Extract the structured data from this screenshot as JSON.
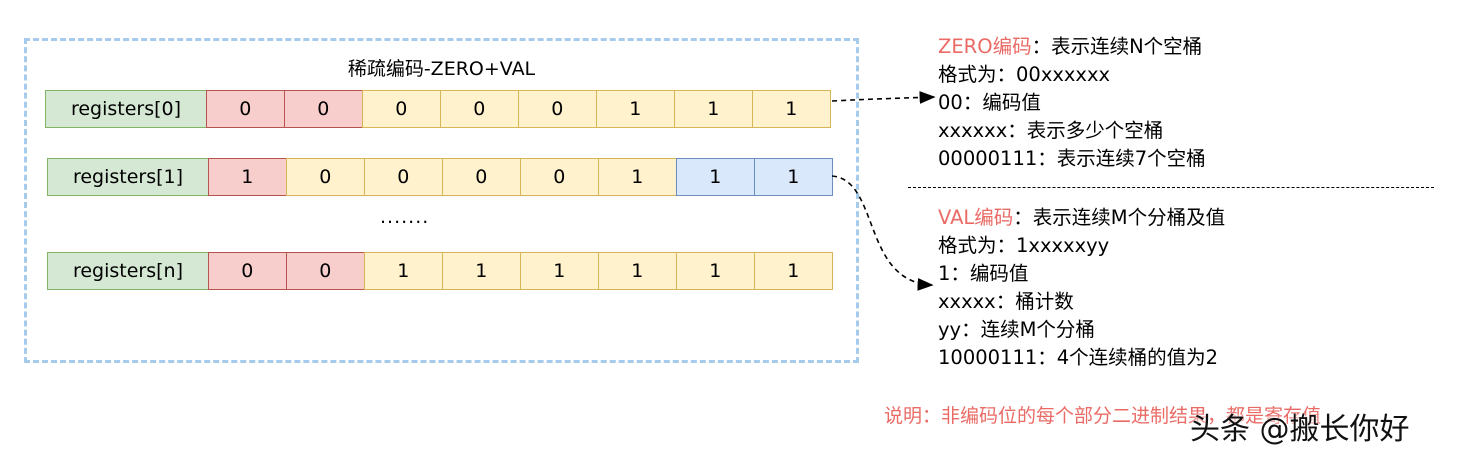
{
  "diagram": {
    "title": "稀疏编码-ZERO+VAL",
    "rows": [
      {
        "name": "registers[0]",
        "bits": [
          "0",
          "0",
          "0",
          "0",
          "0",
          "1",
          "1",
          "1"
        ],
        "colors": [
          "red",
          "red",
          "yellow",
          "yellow",
          "yellow",
          "yellow",
          "yellow",
          "yellow"
        ]
      },
      {
        "name": "registers[1]",
        "bits": [
          "1",
          "0",
          "0",
          "0",
          "0",
          "1",
          "1",
          "1"
        ],
        "colors": [
          "red",
          "yellow",
          "yellow",
          "yellow",
          "yellow",
          "yellow",
          "blue",
          "blue"
        ]
      },
      {
        "name": "registers[n]",
        "bits": [
          "0",
          "0",
          "1",
          "1",
          "1",
          "1",
          "1",
          "1"
        ],
        "colors": [
          "red",
          "red",
          "yellow",
          "yellow",
          "yellow",
          "yellow",
          "yellow",
          "yellow"
        ]
      }
    ],
    "ellipsis": ".......",
    "colors": {
      "green_fill": "#d5e8d4",
      "green_stroke": "#82b366",
      "red_fill": "#f8cecc",
      "red_stroke": "#b85450",
      "yellow_fill": "#fff2cc",
      "yellow_stroke": "#d6b656",
      "blue_fill": "#dae8fc",
      "blue_stroke": "#6c8ebf",
      "frame_dash": "#a6cbec",
      "accent_text": "#ea6b66"
    }
  },
  "zero_note": {
    "heading": "ZERO编码",
    "heading_rest": "：表示连续N个空桶",
    "lines": [
      "格式为：00xxxxxx",
      "00：编码值",
      "xxxxxx：表示多少个空桶",
      "00000111：表示连续7个空桶"
    ]
  },
  "val_note": {
    "heading": "VAL编码",
    "heading_rest": "：表示连续M个分桶及值",
    "lines": [
      "格式为：1xxxxxyy",
      "1：编码值",
      "xxxxx：桶计数",
      "yy：连续M个分桶",
      "10000111：4个连续桶的值为2"
    ]
  },
  "footnote": "说明：非编码位的每个部分二进制结果，都是寄存值",
  "watermark": "头条 @搬长你好"
}
